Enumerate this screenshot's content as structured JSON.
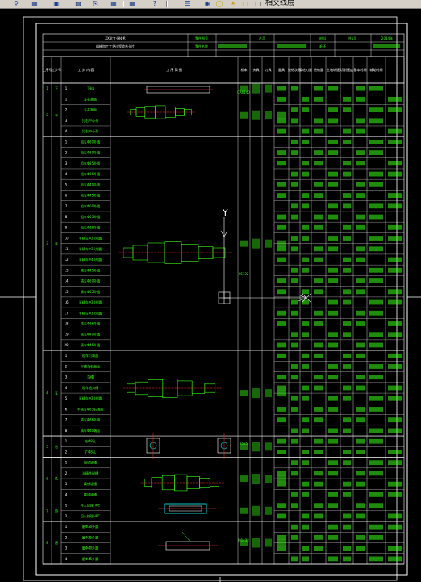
{
  "toolbar": {
    "icons": [
      "search-icon",
      "grid-icon",
      "properties-icon",
      "save-icon",
      "print-icon",
      "table-icon",
      "help-icon",
      "layers-icon",
      "zoom-icon",
      "circle-icon",
      "light-icon",
      "folder-icon"
    ],
    "layer_name": "相交线层"
  },
  "sheet": {
    "header": {
      "company": "XX学工业技术",
      "doc_title": "机械加工工艺过程综合卡片",
      "part_no_label": "零件图号",
      "part_name_label": "零件名称",
      "product_label": "产品",
      "material_label": "材料",
      "blank_label": "毛坯",
      "sheet_label": "共1页",
      "date": "2014年"
    },
    "columns": [
      "工序号",
      "工步号",
      "工 步 内 容",
      "工 序 简 图",
      "机床",
      "夹具",
      "刀具",
      "量具",
      "进给次数",
      "背吃刀量",
      "进给量",
      "主轴转速",
      "切削速度",
      "基本时间",
      "辅助时间"
    ],
    "sections": [
      {
        "op": "1",
        "name": "下",
        "steps": [
          "下料"
        ]
      },
      {
        "op": "2",
        "name": "车",
        "steps": [
          "车右端面",
          "车右端面",
          "打右中心孔",
          "打右中心孔"
        ]
      },
      {
        "op": "3",
        "name": "车",
        "steps": [
          "粗车Φ30外圆",
          "粗车Φ30外圆",
          "粗车Φ35外圆",
          "粗车Φ36外圆",
          "粗车Φ40外圆",
          "粗车Φ45外圆",
          "粗车Φ50外圆",
          "粗车Φ55外圆",
          "粗车Φ38外圆",
          "半精车Φ35外圆",
          "半精车Φ36外圆",
          "半精车Φ40外圆",
          "精车Φ45外圆",
          "精车Φ50外圆",
          "精车Φ55外圆",
          "半精车Φ30外圆",
          "半精车Φ35外圆",
          "精车Φ36外圆",
          "精车Φ40外圆",
          "精车Φ45外圆"
        ]
      },
      {
        "op": "4",
        "name": "车",
        "steps": [
          "粗车右端面",
          "半精车右端面",
          "车槽",
          "粗车退刀槽",
          "半精车Φ30外圆",
          "半精车Φ35右端面",
          "精车Φ36外圆",
          "精车Φ40端面"
        ]
      },
      {
        "op": "5",
        "name": "钻",
        "steps": [
          "钻Φ8孔",
          "扩Φ8孔"
        ]
      },
      {
        "op": "6",
        "name": "铣",
        "steps": [
          "粗铣键槽",
          "半精铣键槽",
          "精铣键槽",
          "精铣键槽"
        ]
      },
      {
        "op": "7",
        "name": "热",
        "steps": [
          "淬火处理HRC",
          "回火处理HRC"
        ]
      },
      {
        "op": "8",
        "name": "磨",
        "steps": [
          "磨Φ30外圆",
          "磨Φ35外圆",
          "磨Φ40外圆",
          "磨Φ45外圆"
        ]
      }
    ],
    "machine_notes": [
      "CA6140",
      "X6132",
      "Z525",
      "M1432"
    ],
    "axis_label": "Y"
  },
  "colors": {
    "grid": "#ffffff",
    "text": "#39ff14",
    "part": "#ff3030",
    "annotation": "#00ffff"
  }
}
